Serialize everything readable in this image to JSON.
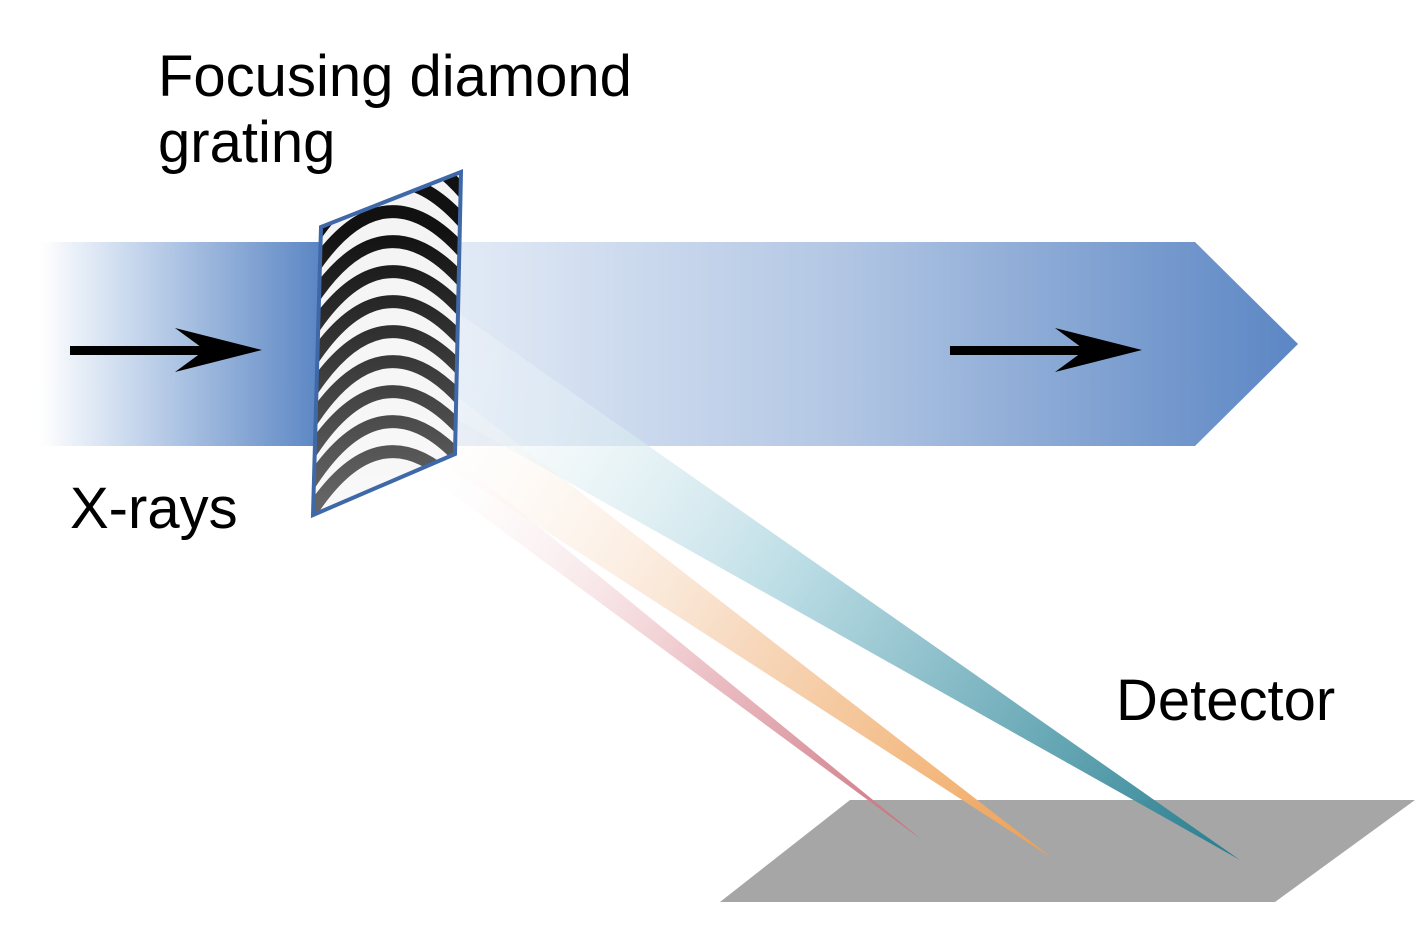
{
  "labels": {
    "grating_line1": "Focusing diamond",
    "grating_line2": "grating",
    "xrays": "X-rays",
    "detector": "Detector"
  },
  "colors": {
    "beam_blue": "#5b86c4",
    "beam_light": "#dfe8f5",
    "diffracted_red": "#c96a78",
    "diffracted_orange": "#f0a050",
    "diffracted_teal": "#1f7a8c",
    "detector_gray": "#a6a6a6",
    "grating_frame": "#3e68a8",
    "arrow": "#000000"
  },
  "icons": {
    "incoming_arrow": "right-arrow-icon",
    "outgoing_arrow": "right-arrow-icon"
  }
}
